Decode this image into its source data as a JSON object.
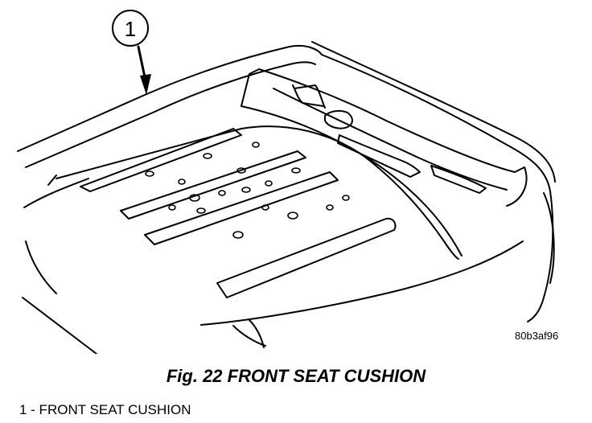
{
  "figure": {
    "callout_number": "1",
    "reference_code": "80b3af96",
    "caption": "Fig. 22 FRONT SEAT CUSHION",
    "legend": [
      {
        "label": "1 - FRONT SEAT CUSHION"
      }
    ]
  },
  "colors": {
    "ink": "#000000",
    "paper": "#ffffff"
  }
}
